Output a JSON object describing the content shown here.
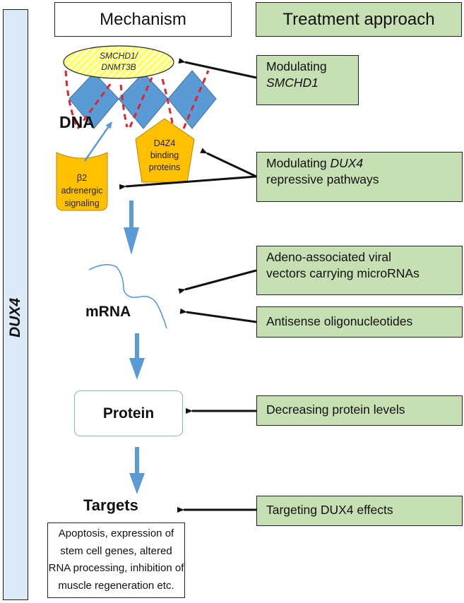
{
  "side_label": "DUX4",
  "headers": {
    "mechanism": "Mechanism",
    "treatment": "Treatment approach"
  },
  "mechanism": {
    "complex_line1": "SMCHD1/",
    "complex_line2": "DNMT3B",
    "dna": "DNA",
    "d4z4_line1": "D4Z4",
    "d4z4_line2": "binding",
    "d4z4_line3": "proteins",
    "beta2_line1": "β2",
    "beta2_line2": "adrenergic",
    "beta2_line3": "signaling",
    "mrna": "mRNA",
    "protein": "Protein",
    "targets": "Targets",
    "effects": "Apoptosis, expression of stem cell genes, altered RNA processing, inhibition of muscle regeneration etc."
  },
  "treatments": [
    {
      "line1": "Modulating",
      "line2_italic": "SMCHD1"
    },
    {
      "line1_plain": "Modulating ",
      "line1_italic": "DUX4",
      "line2": "repressive pathways"
    },
    {
      "line1": "Adeno-associated viral",
      "line2": "vectors carrying microRNAs"
    },
    {
      "text": "Antisense oligonucleotides"
    },
    {
      "text": "Decreasing protein levels"
    },
    {
      "text": "Targeting DUX4 effects"
    }
  ],
  "colors": {
    "treatment_fill": "#c6e0b4",
    "side_bar_fill": "#dce9f6",
    "dna_blue": "#5b9bd5",
    "flow_arrow": "#5b9bd5",
    "orange": "#ffc000",
    "dashed_red": "#e0242b",
    "complex_yellow": "#ffff66"
  }
}
